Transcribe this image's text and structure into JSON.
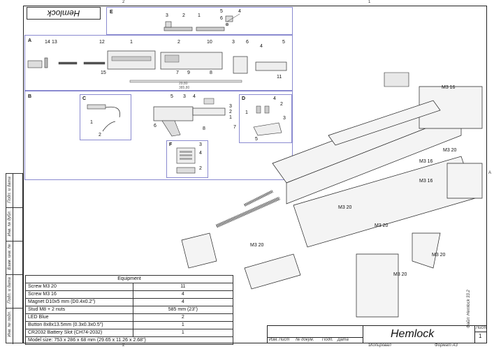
{
  "drawing": {
    "title": "Hemlock",
    "title_reversed": "Hemlock",
    "zone_numbers": [
      "2",
      "1",
      "2",
      "1"
    ],
    "side_letter": "A",
    "views": {
      "A": "A",
      "B": "B",
      "C": "C",
      "D": "D",
      "E": "E",
      "F": "F"
    },
    "view_labels_small": [
      "29,80",
      "385,80"
    ],
    "callouts_A": [
      "14",
      "13",
      "12",
      "1",
      "2",
      "10",
      "3",
      "6",
      "4",
      "5",
      "15",
      "7",
      "9",
      "8",
      "11"
    ],
    "callouts_E": [
      "3",
      "2",
      "1",
      "5",
      "4",
      "6"
    ],
    "callouts_C": [
      "1",
      "2"
    ],
    "callouts_B": [
      "5",
      "3",
      "4",
      "3",
      "2",
      "1",
      "6",
      "8",
      "7"
    ],
    "callouts_D": [
      "4",
      "2",
      "1",
      "3",
      "5"
    ],
    "callouts_F": [
      "3",
      "4",
      "2"
    ],
    "screw_callouts": [
      "M3 16",
      "M3 20",
      "M3 16",
      "M3 16",
      "M3 20",
      "M3 20",
      "M3 20",
      "M3 20",
      "M3 20"
    ]
  },
  "stamp_labels": [
    "Подп. и дата",
    "Инв. № дубл.",
    "Взам. инв. №",
    "Подп. и дата",
    "Инв. № подл."
  ],
  "equipment": {
    "header": "Equipment",
    "rows": [
      {
        "item": "Screw M3 20",
        "qty": "11"
      },
      {
        "item": "Screw M3 16",
        "qty": "4"
      },
      {
        "item": "Magnet D10x5 mm (D0.4x0.2\")",
        "qty": "4"
      },
      {
        "item": "Stud M8 + 2 nuts",
        "qty": "585 mm (23\")"
      },
      {
        "item": "LED Blue",
        "qty": "2"
      },
      {
        "item": "Button 8x8x13.5mm (0.3x0.3x0.5\")",
        "qty": "1"
      },
      {
        "item": "CR2032 Battery Slot (CH74-2032)",
        "qty": "1"
      }
    ],
    "model_size": "Model size: 753 x 286 x 68 mm (29.65 x 11.26 x 2.68\")"
  },
  "title_block": {
    "name": "Hemlock",
    "headers": [
      "Изм.",
      "Лист",
      "№ докум.",
      "Подп.",
      "Дата"
    ],
    "sheet_label": "Лист",
    "sheet_number": "1",
    "copied": "Копировал",
    "format": "Формат A3",
    "file": "Файл: Hemlock 33.2"
  }
}
